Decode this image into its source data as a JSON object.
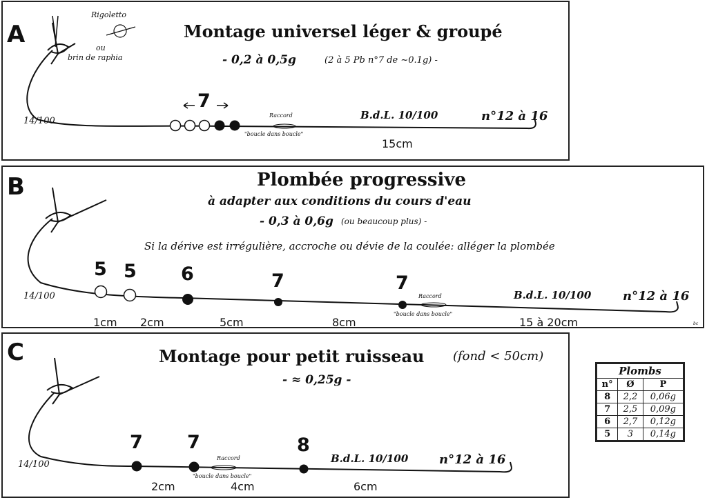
{
  "panel_a": {
    "letter": "A",
    "title": "Montage universel léger & groupé",
    "weight": "- 0,2 à 0,5g",
    "weight_note": "(2 à 5 Pb n°7 de ~0.1g) -",
    "rigoletto_label": "Rigoletto",
    "ou": "ou",
    "brin_label": "brin de raphia",
    "line_diameter": "14/100",
    "shot_size": "7",
    "raccord": "Raccord",
    "boucle": "\"boucle dans boucle\"",
    "bdl": "B.d.L. 10/100",
    "hook": "n°12 à 16",
    "length": "15cm"
  },
  "panel_b": {
    "letter": "B",
    "title": "Plombée progressive",
    "subtitle": "à adapter aux conditions du cours d'eau",
    "weight": "- 0,3 à 0,6g",
    "weight_note": "(ou beaucoup plus) -",
    "advice": "Si la dérive est irrégulière, accroche ou dévie de la coulée: alléger la plombée",
    "line_diameter": "14/100",
    "shots": [
      "5",
      "5",
      "6",
      "7",
      "7"
    ],
    "raccord": "Raccord",
    "boucle": "\"boucle dans boucle\"",
    "bdl": "B.d.L. 10/100",
    "hook": "n°12 à 16",
    "distances": [
      "1cm",
      "2cm",
      "5cm",
      "8cm",
      "15 à 20cm"
    ],
    "signature": "bc"
  },
  "panel_c": {
    "letter": "C",
    "title": "Montage pour petit ruisseau",
    "title_note": "(fond < 50cm)",
    "weight": "- ≈ 0,25g -",
    "line_diameter": "14/100",
    "shots": [
      "7",
      "7",
      "8"
    ],
    "raccord": "Raccord",
    "boucle": "\"boucle dans boucle\"",
    "bdl": "B.d.L. 10/100",
    "hook": "n°12 à 16",
    "distances": [
      "2cm",
      "4cm",
      "6cm"
    ]
  },
  "legend": {
    "title": "Plombs",
    "headers": [
      "n°",
      "Ø",
      "P"
    ],
    "rows": [
      [
        "8",
        "2,2",
        "0,06g"
      ],
      [
        "7",
        "2,5",
        "0,09g"
      ],
      [
        "6",
        "2,7",
        "0,12g"
      ],
      [
        "5",
        "3",
        "0,14g"
      ]
    ]
  }
}
